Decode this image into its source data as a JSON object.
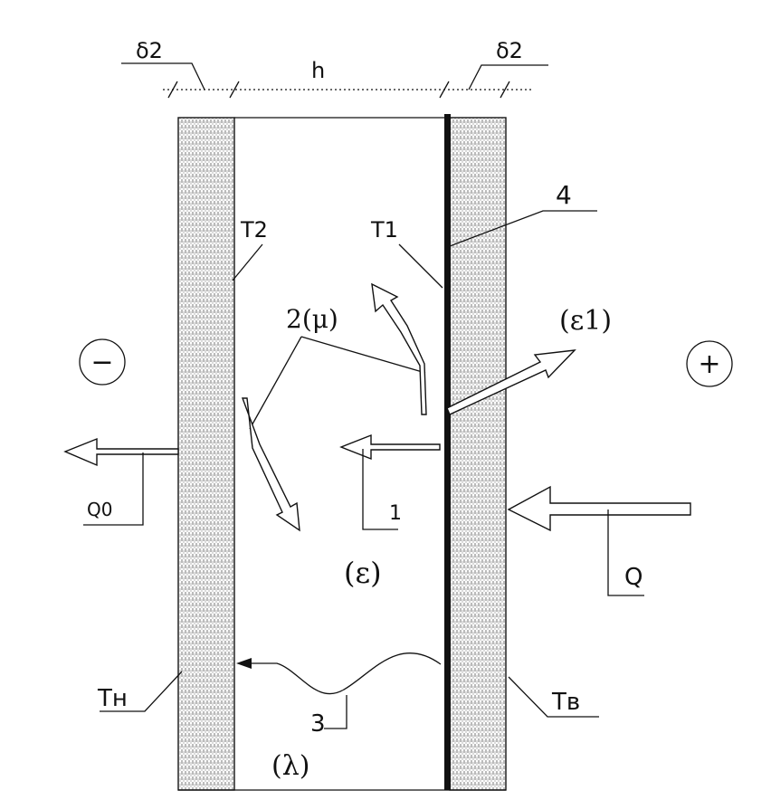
{
  "labels": {
    "delta_left": "δ2",
    "h": "h",
    "delta_right": "δ2",
    "callout_4": "4",
    "t2": "T2",
    "t1": "T1",
    "mu_group": "2(μ)",
    "eps1": "(ε1)",
    "minus": "−",
    "plus": "+",
    "q0": "Q0",
    "callout_1": "1",
    "eps": "(ε)",
    "q": "Q",
    "tn": "Tн",
    "tv": "Tв",
    "callout_3": "3",
    "lambda": "(λ)"
  },
  "colors": {
    "ink": "#111111",
    "background": "#ffffff"
  }
}
